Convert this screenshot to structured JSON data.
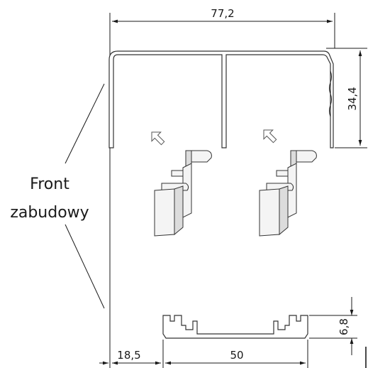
{
  "dimensions": {
    "top_width": "77,2",
    "right_height": "34,4",
    "bottom_left": "18,5",
    "bottom_width": "50",
    "small_height": "6,8"
  },
  "labels": {
    "front_line1": "Front",
    "front_line2": "zabudowy"
  },
  "icons": [
    "arrow-up-left-icon",
    "arrow-up-left-icon"
  ]
}
